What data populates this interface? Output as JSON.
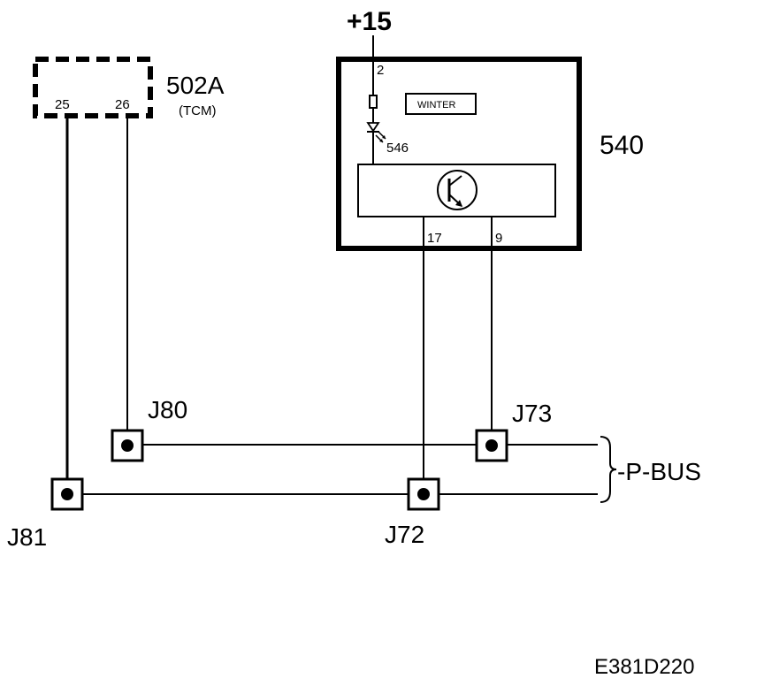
{
  "supply": {
    "label": "+15",
    "pin": "2"
  },
  "tcm": {
    "id": "502A",
    "name": "(TCM)",
    "pins": [
      "25",
      "26"
    ]
  },
  "module540": {
    "id": "540",
    "indicator_label": "WINTER",
    "led_id": "546",
    "pins": [
      "17",
      "9"
    ]
  },
  "junctions": {
    "j80": "J80",
    "j73": "J73",
    "j81": "J81",
    "j72": "J72"
  },
  "bus": {
    "label": "-P-BUS"
  },
  "drawing_code": "E381D220"
}
